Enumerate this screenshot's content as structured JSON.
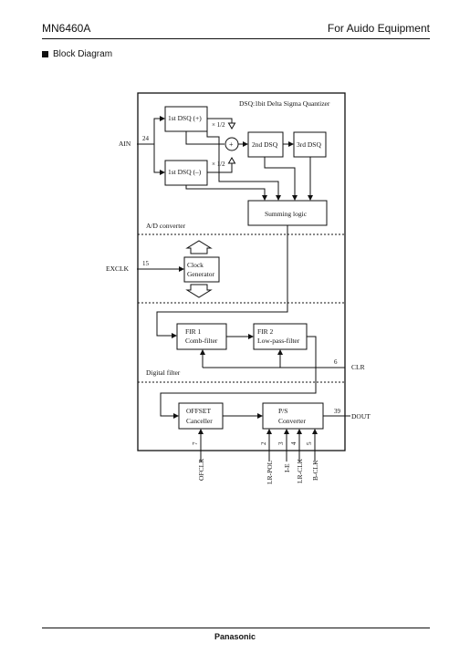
{
  "header": {
    "part_number": "MN6460A",
    "application": "For Auido Equipment"
  },
  "section": {
    "title": "Block Diagram"
  },
  "diagram": {
    "dsq_note": "DSQ:1bit Delta Sigma Quantizer",
    "blocks": {
      "dsq_plus": "1st DSQ (+)",
      "dsq_minus": "1st DSQ (–)",
      "dsq2": "2nd DSQ",
      "dsq3": "3rd DSQ",
      "summing": "Summing logic",
      "clock_l1": "Clock",
      "clock_l2": "Generator",
      "fir1_l1": "FIR 1",
      "fir1_l2": "Comb-filter",
      "fir2_l1": "FIR 2",
      "fir2_l2": "Low-pass-filter",
      "offset_l1": "OFFSET",
      "offset_l2": "Canceller",
      "ps_l1": "P/S",
      "ps_l2": "Converter"
    },
    "gain_top": "× 1/2",
    "gain_bottom": "× 1/2",
    "adder_symbol": "+",
    "sections": {
      "ad": "A/D converter",
      "digital": "Digital filter"
    },
    "signals": {
      "ain": "AIN",
      "ain_pin": "24",
      "exclk": "EXCLK",
      "exclk_pin": "15",
      "clr": "CLR",
      "clr_pin": "6",
      "dout": "DOUT",
      "dout_pin": "39",
      "ofclr": "OFCLR",
      "ofclr_pin": "7",
      "lrpol": "LR-POL",
      "lrpol_pin": "2",
      "ie": "I-E",
      "ie_pin": "3",
      "lrclk": "LR-CLK",
      "lrclk_pin": "4",
      "bclk": "B-CLK",
      "bclk_pin": "5"
    }
  },
  "footer": {
    "brand": "Panasonic"
  }
}
